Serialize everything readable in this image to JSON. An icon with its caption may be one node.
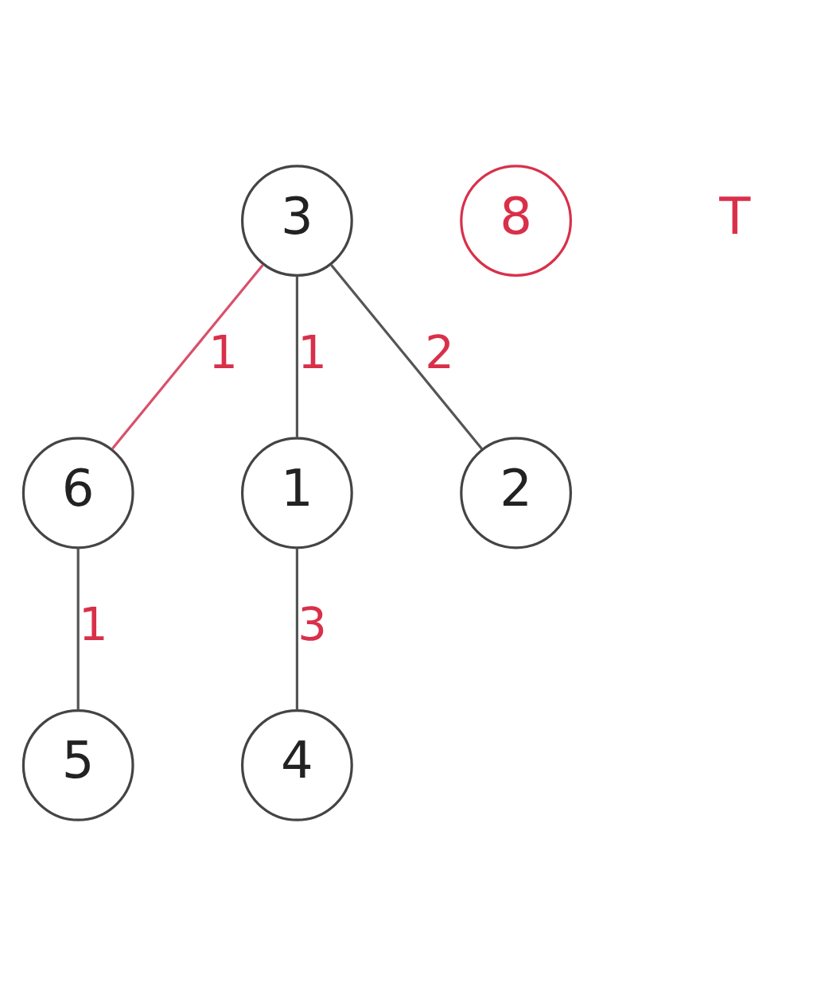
{
  "diagram": {
    "nodes": [
      {
        "text": [
          "3"
        ]
      },
      {
        "text": [
          "6"
        ]
      },
      {
        "text": [
          "1"
        ]
      },
      {
        "text": [
          "2"
        ]
      },
      {
        "text": [
          "5"
        ]
      },
      {
        "text": [
          "4"
        ]
      },
      {
        "text": [
          "8"
        ]
      }
    ],
    "edges": [
      {
        "from": 0,
        "to": 1,
        "arrow": "none",
        "label": "1",
        "color": "#d9506a"
      },
      {
        "from": 0,
        "to": 2,
        "arrow": "none",
        "label": "1"
      },
      {
        "from": 0,
        "to": 3,
        "arrow": "none",
        "label": "2"
      },
      {
        "from": 1,
        "to": 4,
        "arrow": "none",
        "label": "1"
      },
      {
        "from": 2,
        "to": 5,
        "arrow": "none",
        "label": "3"
      }
    ],
    "labels": [
      "T"
    ]
  }
}
